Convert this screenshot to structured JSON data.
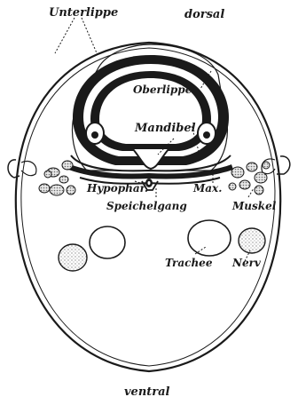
{
  "labels": {
    "unterlippe": "Unterlippe",
    "dorsal": "dorsal",
    "oberlippe": "Oberlippe",
    "mandibel": "Mandibel",
    "hypophar": "Hypophar.",
    "max": "Max.",
    "speichelgang": "Speichelgang",
    "muskel": "Muskel",
    "trachee": "Trachee",
    "nerv": "Nerv",
    "ventral": "ventral"
  },
  "colors": {
    "ink": "#1a1a1a",
    "paper": "#ffffff",
    "stipple": "#cfcfcf"
  }
}
